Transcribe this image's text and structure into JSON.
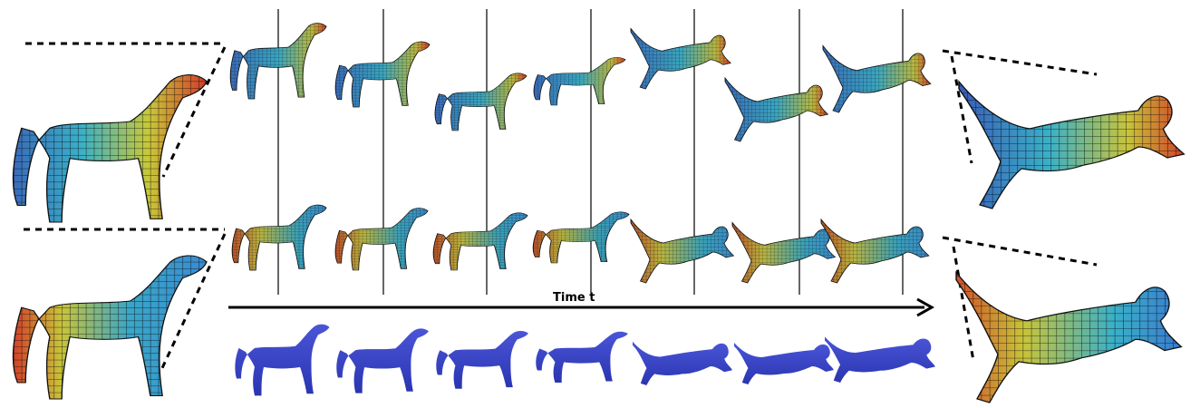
{
  "axis": {
    "label": "Time t"
  },
  "colors": {
    "background": "#ffffff",
    "frame_line": "#000000",
    "silhouette": "#3a45c8",
    "colormap": [
      "#3a4ab0",
      "#3aa6c8",
      "#c8c83a",
      "#c84a2a"
    ]
  },
  "figure": {
    "frames_per_row": 7,
    "rows": [
      {
        "name": "top-row",
        "kind": "textured-mesh"
      },
      {
        "name": "middle-row",
        "kind": "textured-mesh"
      },
      {
        "name": "bottom-row",
        "kind": "silhouette"
      }
    ],
    "endpoints": [
      {
        "name": "source-horse-top",
        "kind": "textured-mesh"
      },
      {
        "name": "source-horse-bottom",
        "kind": "textured-mesh"
      },
      {
        "name": "target-cat-top",
        "kind": "textured-mesh"
      },
      {
        "name": "target-cat-bottom",
        "kind": "textured-mesh"
      }
    ]
  }
}
